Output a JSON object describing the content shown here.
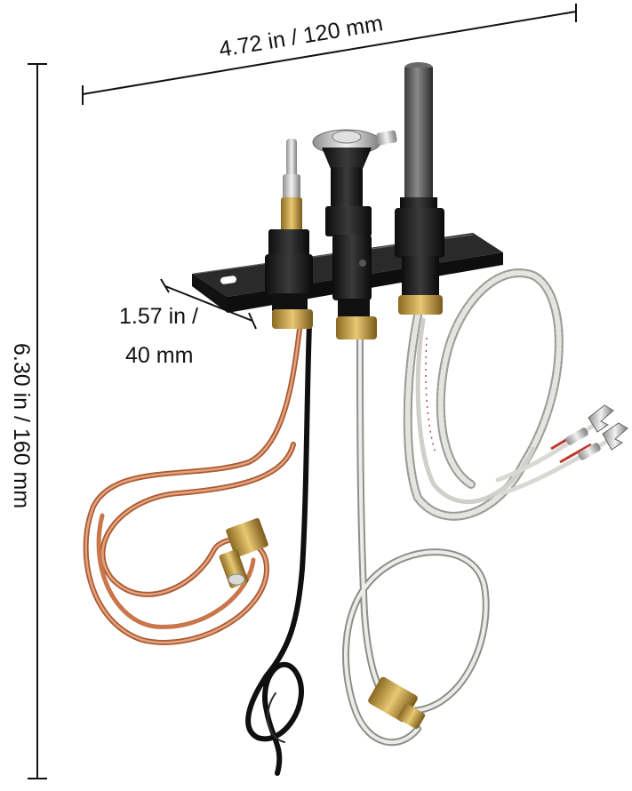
{
  "dimensions": {
    "width_label": "4.72 in / 120 mm",
    "height_label": "6.30 in / 160 mm",
    "depth_label_line1": "1.57 in /",
    "depth_label_line2": "40 mm"
  },
  "colors": {
    "background": "#ffffff",
    "dimension_line": "#111111",
    "bracket": "#1c1c1c",
    "copper_tube": "#c8764a",
    "black_wire": "#121212",
    "silver_cable": "#cfcfcb",
    "braided_cable": "#d9d9d6",
    "brass": "#c9a34a"
  },
  "icons": [
    "pilot-assembly-illustration"
  ]
}
